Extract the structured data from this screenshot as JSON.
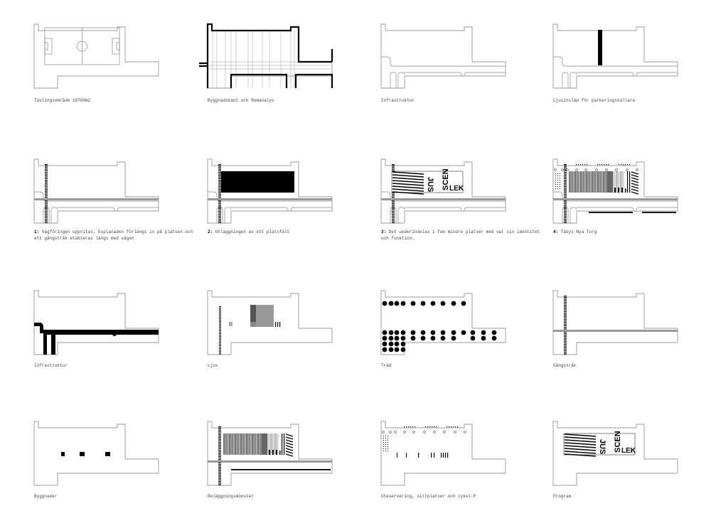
{
  "panels": [
    {
      "caption": "Tävlingsområde 10700m2"
    },
    {
      "caption": "Byggnadskant och Rumanalys"
    },
    {
      "caption": "Infrastruktur"
    },
    {
      "caption": "Ljusinsläp för parkeringskällare"
    },
    {
      "num": "1:",
      "caption": " Vägföringen uppritas, Esplanaden förlängs in på platsen och ett gångstråk etableras längs med vägen"
    },
    {
      "num": "2:",
      "caption": " Utläggningen av ett platsfält"
    },
    {
      "num": "3:",
      "caption": " Det underindelas i fem mindre platser med var sin identitet och funktion."
    },
    {
      "num": "4:",
      "caption": " Täbys Nya Torg"
    },
    {
      "caption": "Infrastruktur"
    },
    {
      "caption": "Ljus"
    },
    {
      "caption": "Träd"
    },
    {
      "caption": "Gångstråk"
    },
    {
      "caption": "Byggnader"
    },
    {
      "caption": "Beläggningsmönster"
    },
    {
      "caption": "Uteservering, sittplatser och cykel-P"
    },
    {
      "caption": "Program"
    }
  ],
  "program_lettering": [
    "JUS",
    "SCEN",
    "LEK"
  ],
  "colors": {
    "outline": "#999999",
    "ink": "#000000",
    "grey": "#888888"
  }
}
